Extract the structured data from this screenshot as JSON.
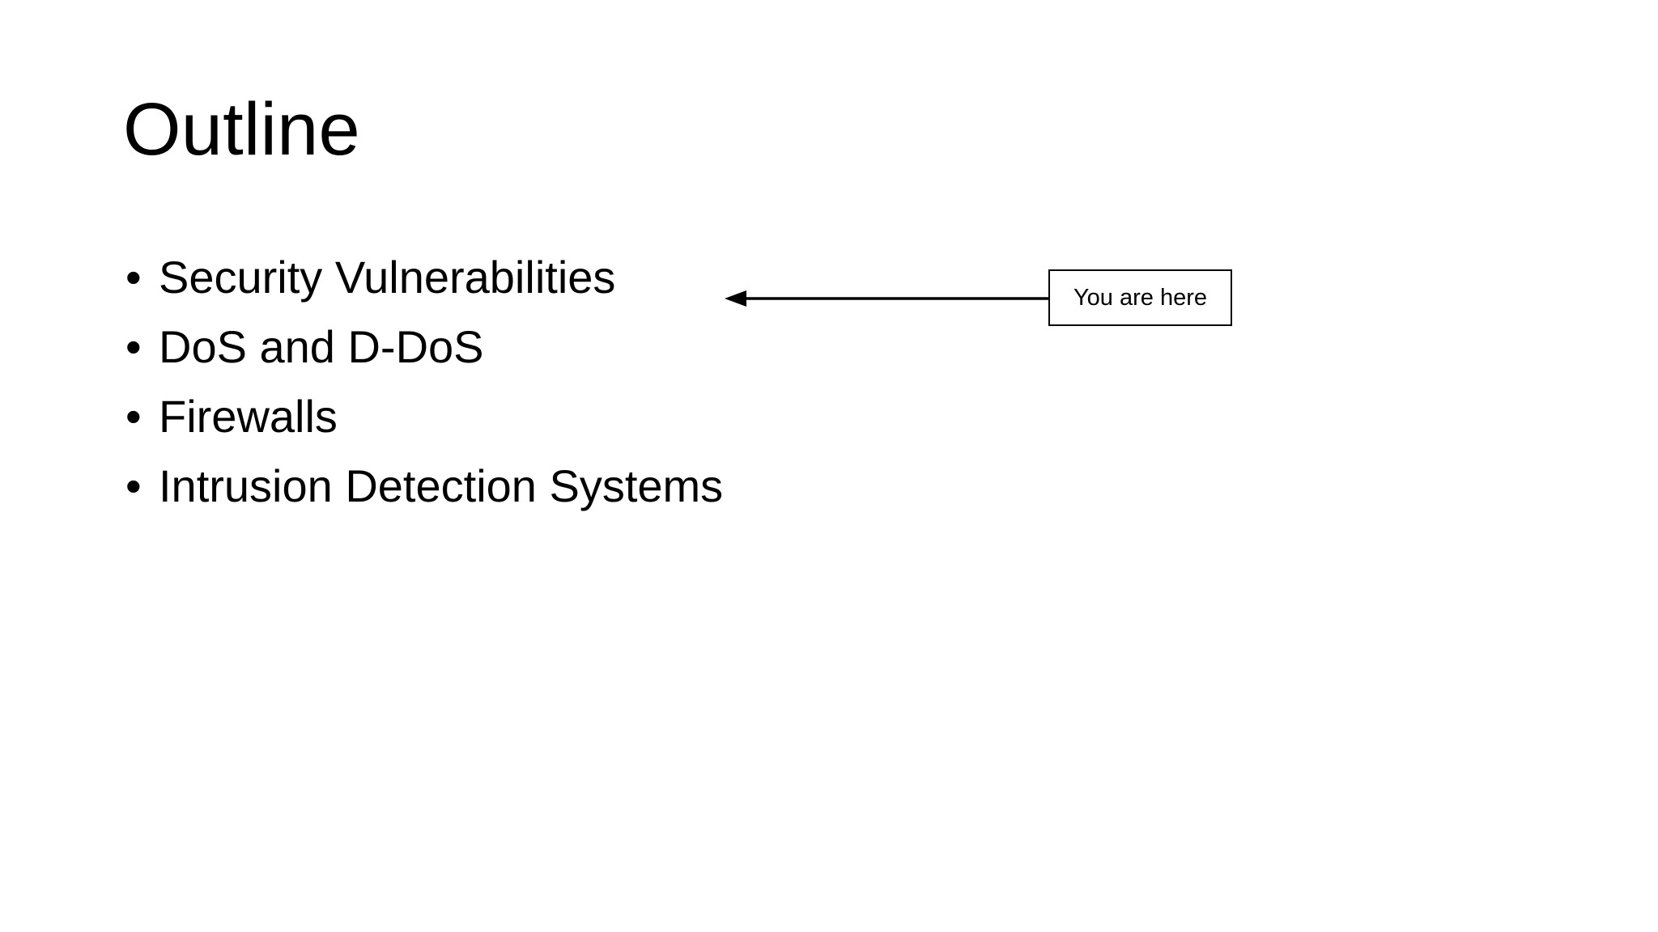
{
  "slide": {
    "title": "Outline",
    "background_color": "#ffffff",
    "text_color": "#000000"
  },
  "bullets": [
    {
      "marker": "•",
      "label": "Security Vulnerabilities"
    },
    {
      "marker": "•",
      "label": "DoS and D-DoS"
    },
    {
      "marker": "•",
      "label": "Firewalls"
    },
    {
      "marker": "•",
      "label": "Intrusion Detection Systems"
    }
  ],
  "callout": {
    "label": "You are here",
    "points_to": "Security Vulnerabilities",
    "arrow_direction": "left",
    "arrow_color": "#000000",
    "border_color": "#000000",
    "fill_color": "#ffffff"
  }
}
